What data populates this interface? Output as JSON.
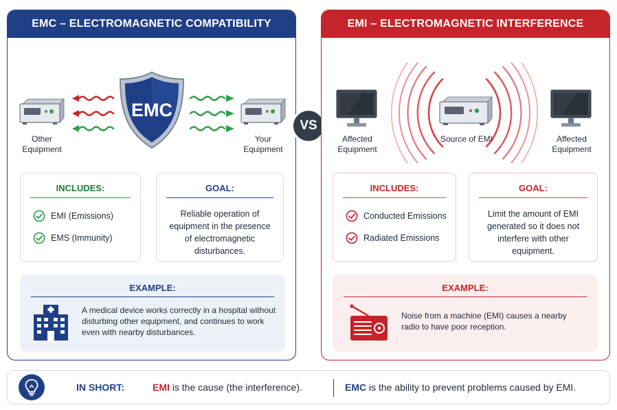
{
  "emc": {
    "title": "EMC – ELECTROMAGNETIC COMPATIBILITY",
    "shield_text": "EMC",
    "left_device_label": "Other\nEquipment",
    "right_device_label": "Your\nEquipment",
    "includes_title": "INCLUDES:",
    "includes": [
      "EMI (Emissions)",
      "EMS (Immunity)"
    ],
    "goal_title": "GOAL:",
    "goal_text": "Reliable operation of equipment in the presence of electromagnetic disturbances.",
    "example_title": "EXAMPLE:",
    "example_text": "A medical device works correctly in a hospital without disturbing other equipment, and continues to work even with nearby disturbances."
  },
  "vs": "VS",
  "emi": {
    "title": "EMI – ELECTROMAGNETIC INTERFERENCE",
    "left_device_label": "Affected\nEquipment",
    "source_label": "Source of EMI",
    "right_device_label": "Affected\nEquipment",
    "includes_title": "INCLUDES:",
    "includes": [
      "Conducted Emissions",
      "Radiated Emissions"
    ],
    "goal_title": "GOAL:",
    "goal_text": "Limit the amount of EMI generated so it does not interfere with other equipment.",
    "example_title": "EXAMPLE:",
    "example_text": "Noise from a machine (EMI) causes a nearby radio to have poor reception."
  },
  "summary": {
    "label": "IN SHORT:",
    "emi_keyword": "EMI",
    "emi_text": " is the cause (the interference).",
    "emc_keyword": "EMC",
    "emc_text": " is the ability to prevent problems caused by EMI."
  },
  "colors": {
    "emc_blue": "#1f3f86",
    "emi_red": "#c5242a",
    "check_green": "#2f9b4e",
    "vs_badge": "#333d4a"
  },
  "icons": [
    "shield-icon",
    "arrow-icon",
    "equipment-icon",
    "monitor-icon",
    "radio-wave-icon",
    "check-icon",
    "hospital-icon",
    "radio-icon",
    "lightbulb-icon"
  ]
}
